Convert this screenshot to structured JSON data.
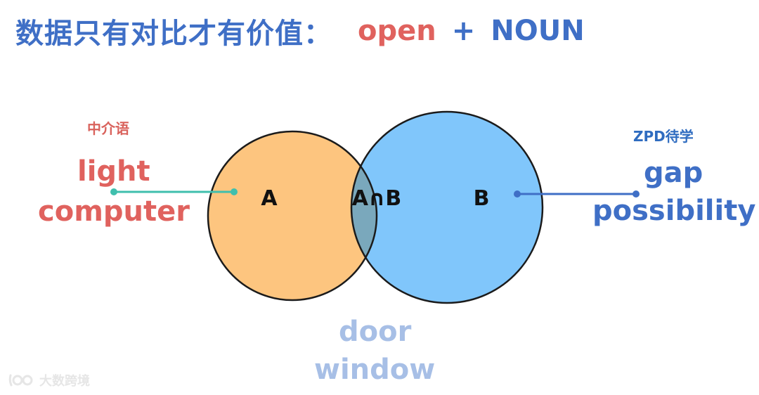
{
  "title": {
    "prefix": "数据只有对比才有价值：",
    "open": "open",
    "plus": "+",
    "noun": "NOUN"
  },
  "left": {
    "tag": "中介语",
    "words": [
      "light",
      "computer"
    ]
  },
  "right": {
    "tag": "ZPD待学",
    "words": [
      "gap",
      "possibility"
    ]
  },
  "intersection_below": {
    "words": [
      "door",
      "window"
    ]
  },
  "venn": {
    "set_a_label": "A",
    "set_b_label": "B",
    "intersection_label": "A∩B",
    "colors": {
      "set_a": "#fdc57f",
      "set_b": "#80c6fb",
      "intersection": "#7aa8bc",
      "outline": "#1b1b1b",
      "left_connector": "#3fbfad",
      "right_connector": "#3f6fc6"
    }
  },
  "watermark": {
    "text": "大数跨境"
  }
}
